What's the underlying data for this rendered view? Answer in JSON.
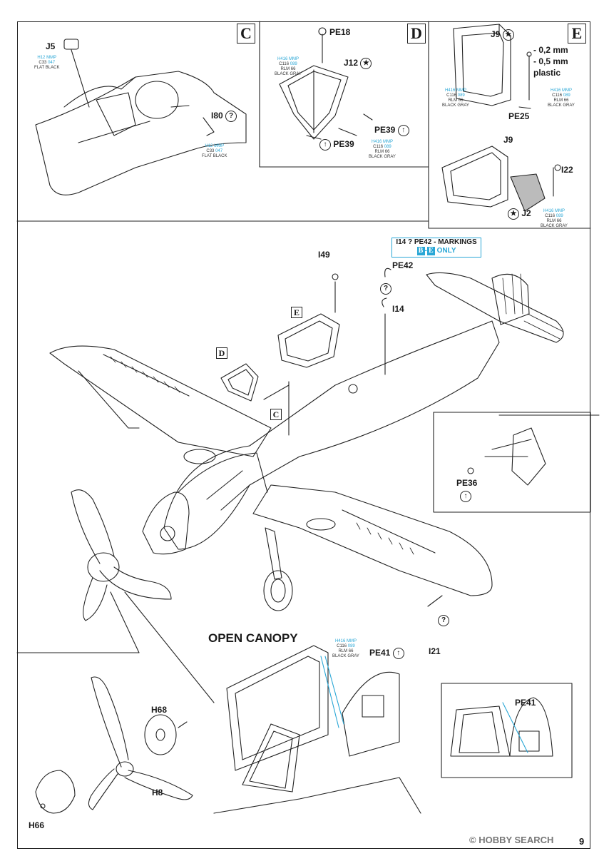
{
  "panels": {
    "C": {
      "letter": "C",
      "parts": {
        "j5": "J5",
        "i80": "I80"
      },
      "paint_top": {
        "h": "H12",
        "m": "MMP",
        "c": "C33",
        "n": "047",
        "name": "FLAT BLACK"
      },
      "paint_bottom": {
        "h": "H12",
        "m": "MMP",
        "c": "C33",
        "n": "047",
        "name": "FLAT BLACK"
      }
    },
    "D": {
      "letter": "D",
      "parts": {
        "pe18": "PE18",
        "j12": "J12",
        "pe39_a": "PE39",
        "pe39_b": "PE39"
      },
      "paint_top": {
        "h": "H416",
        "m": "MMP",
        "c": "C116",
        "n": "089",
        "name1": "RLM 66",
        "name2": "BLACK GRAY"
      },
      "paint_bottom": {
        "h": "H416",
        "m": "MMP",
        "c": "C116",
        "n": "089",
        "name1": "RLM 66",
        "name2": "BLACK GRAY"
      }
    },
    "E": {
      "letter": "E",
      "parts": {
        "j9_top": "J9",
        "pe25": "PE25",
        "j9_bottom": "J9",
        "i22": "I22",
        "j2": "J2"
      },
      "thickness": [
        "- 0,2 mm",
        "- 0,5 mm",
        "plastic"
      ],
      "paint_left": {
        "h": "H416",
        "m": "MMP",
        "c": "C116",
        "n": "089",
        "name1": "RLM 66",
        "name2": "BLACK GRAY"
      },
      "paint_right": {
        "h": "H416",
        "m": "MMP",
        "c": "C116",
        "n": "089",
        "name1": "RLM 66",
        "name2": "BLACK GRAY"
      },
      "paint_bottom": {
        "h": "H416",
        "m": "MMP",
        "c": "C116",
        "n": "089",
        "name1": "RLM 66",
        "name2": "BLACK GRAY"
      }
    }
  },
  "markings_note": {
    "line1": "I14 ? PE42 - MARKINGS",
    "b": "B",
    "dash": "-",
    "e": "E",
    "only": "ONLY"
  },
  "main": {
    "i49": "I49",
    "pe42": "PE42",
    "i14": "I14",
    "pe36": "PE36",
    "i21": "I21",
    "letter_c": "C",
    "letter_d": "D",
    "letter_e": "E",
    "q": "?"
  },
  "prop": {
    "h68": "H68",
    "h8": "H8",
    "h66": "H66"
  },
  "open_canopy": {
    "title": "OPEN CANOPY",
    "pe41": "PE41",
    "inset_pe41": "PE41",
    "paint": {
      "h": "H416",
      "m": "MMP",
      "c": "C116",
      "n": "089",
      "name1": "RLM 66",
      "name2": "BLACK GRAY"
    }
  },
  "footer": {
    "watermark": "© HOBBY SEARCH",
    "page": "9"
  },
  "colors": {
    "paint_accent": "#2aa7d6",
    "line": "#222222"
  }
}
